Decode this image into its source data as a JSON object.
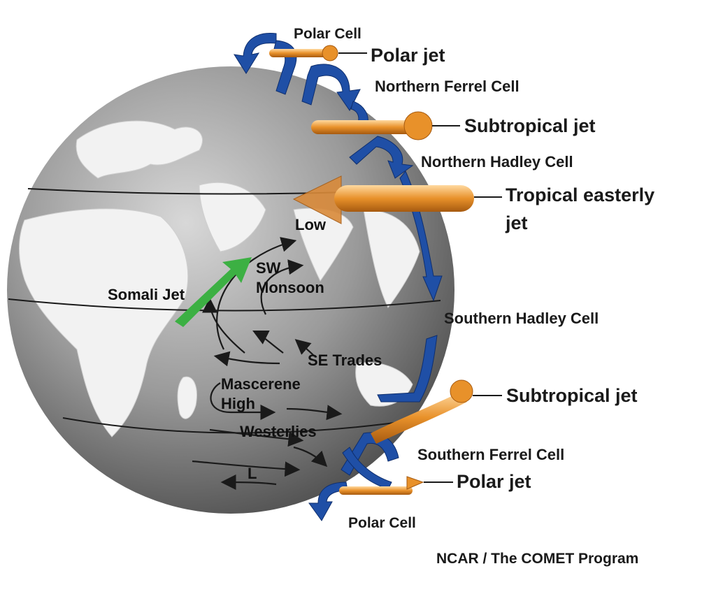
{
  "labels": {
    "polar_cell_north": "Polar Cell",
    "polar_jet_north": "Polar jet",
    "northern_ferrel_cell": "Northern Ferrel Cell",
    "subtropical_jet_north": "Subtropical jet",
    "northern_hadley_cell": "Northern Hadley Cell",
    "tropical_easterly_jet_line1": "Tropical easterly",
    "tropical_easterly_jet_line2": "jet",
    "low": "Low",
    "sw_monsoon_line1": "SW",
    "sw_monsoon_line2": "Monsoon",
    "somali_jet": "Somali Jet",
    "southern_hadley_cell": "Southern Hadley Cell",
    "se_trades": "SE Trades",
    "mascarene_high_line1": "Mascerene",
    "mascarene_high_line2": "High",
    "subtropical_jet_south": "Subtropical jet",
    "westerlies": "Westerlies",
    "southern_ferrel_cell": "Southern Ferrel Cell",
    "low_small": "L",
    "polar_jet_south": "Polar jet",
    "polar_cell_south": "Polar Cell",
    "credit": "NCAR / The COMET Program"
  },
  "colors": {
    "cell_arrow": "#1f4fa6",
    "jet": "#e8912a",
    "somali_jet": "#3cb043",
    "globe": "#8a8a8a",
    "land": "#f2f2f2",
    "wind_arrow": "#1a1a1a"
  }
}
